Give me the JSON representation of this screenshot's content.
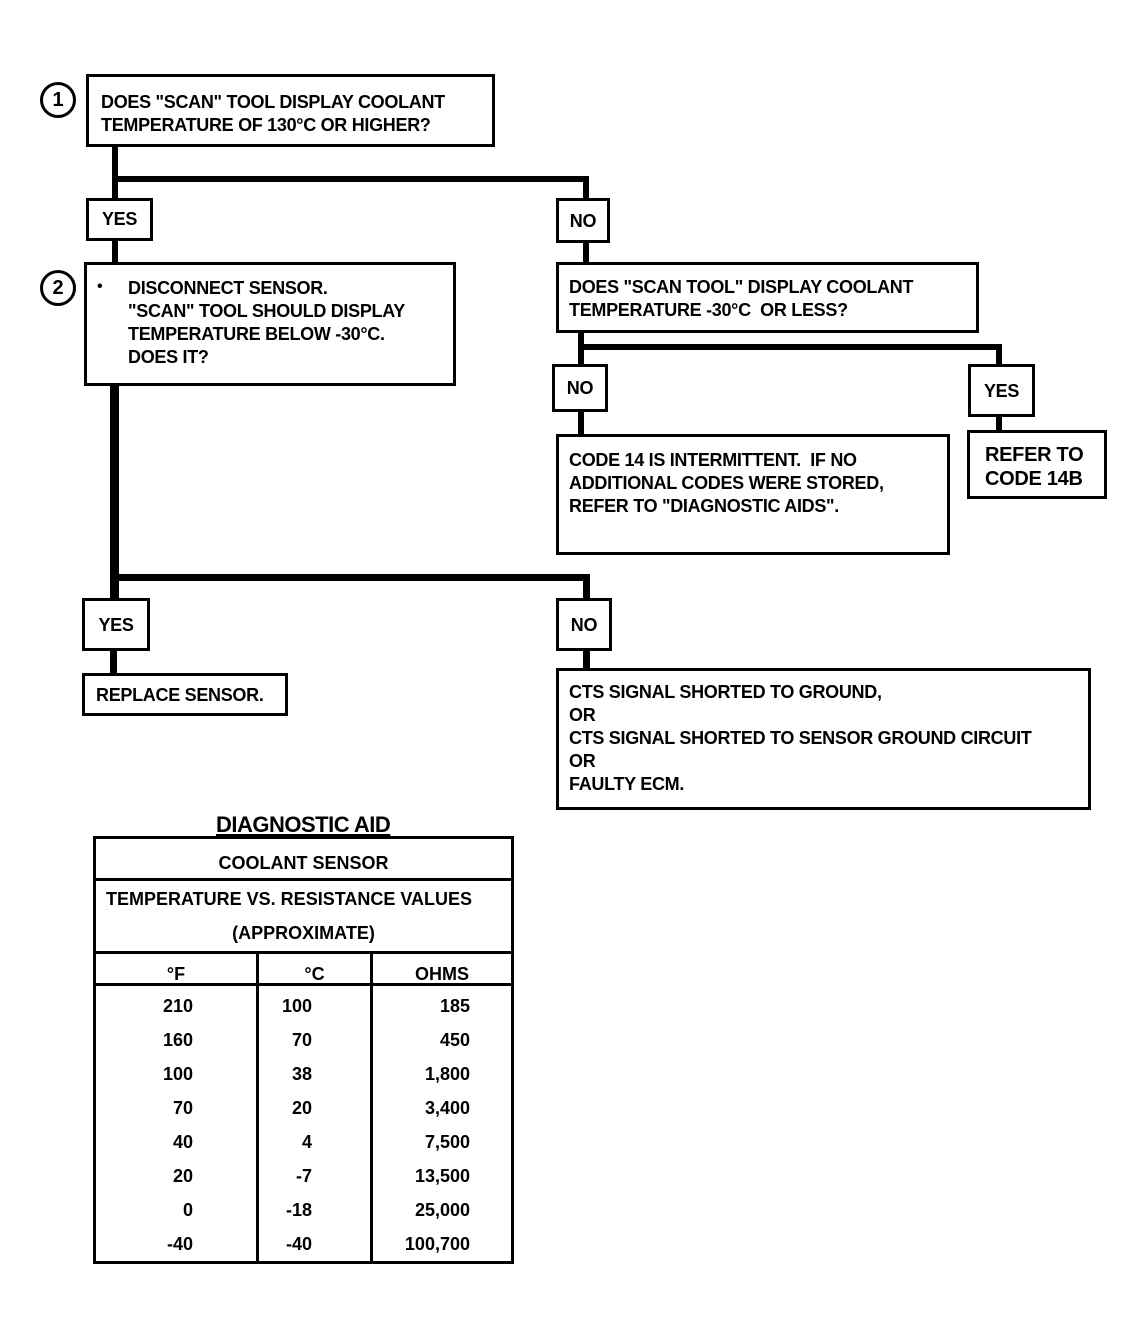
{
  "flow": {
    "step1_number": "1",
    "step1_lines": [
      "DOES \"SCAN\" TOOL DISPLAY COOLANT",
      "TEMPERATURE OF 130°C OR HIGHER?"
    ],
    "yes1": "YES",
    "no1": "NO",
    "step2_number": "2",
    "step2_bullet": "•",
    "step2_lines": [
      "DISCONNECT SENSOR.",
      "\"SCAN\" TOOL SHOULD DISPLAY",
      "TEMPERATURE BELOW -30°C.",
      "DOES IT?"
    ],
    "q_low_lines": [
      "DOES \"SCAN TOOL\" DISPLAY COOLANT",
      "TEMPERATURE -30°C  OR LESS?"
    ],
    "no_low": "NO",
    "yes_low": "YES",
    "intermittent_lines": [
      "CODE 14 IS INTERMITTENT.  IF NO",
      "ADDITIONAL CODES WERE STORED,",
      "REFER TO \"DIAGNOSTIC AIDS\"."
    ],
    "refer14b_lines": [
      "REFER TO",
      "CODE 14B"
    ],
    "yes2": "YES",
    "no2": "NO",
    "replace_sensor": "REPLACE SENSOR.",
    "shorted_lines": [
      "CTS SIGNAL SHORTED TO GROUND,",
      "OR",
      "CTS SIGNAL SHORTED TO SENSOR GROUND CIRCUIT",
      "OR",
      "FAULTY ECM."
    ]
  },
  "diagnostic_aid": {
    "title": "DIAGNOSTIC AID",
    "table_title": "COOLANT SENSOR",
    "subtitle_line1": "TEMPERATURE VS. RESISTANCE VALUES",
    "subtitle_line2": "(APPROXIMATE)",
    "columns": [
      "°F",
      "°C",
      "OHMS"
    ],
    "rows": [
      [
        "210",
        "100",
        "185"
      ],
      [
        "160",
        "70",
        "450"
      ],
      [
        "100",
        "38",
        "1,800"
      ],
      [
        "70",
        "20",
        "3,400"
      ],
      [
        "40",
        "4",
        "7,500"
      ],
      [
        "20",
        "-7",
        "13,500"
      ],
      [
        "0",
        "-18",
        "25,000"
      ],
      [
        "-40",
        "-40",
        "100,700"
      ]
    ]
  }
}
